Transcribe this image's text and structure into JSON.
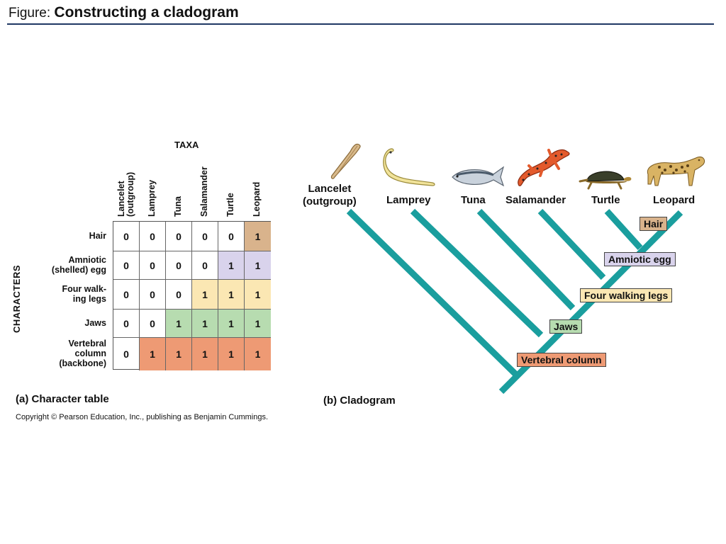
{
  "header": {
    "label": "Figure:",
    "title": "Constructing a cladogram"
  },
  "table": {
    "taxa_heading": "TAXA",
    "characters_heading": "CHARACTERS",
    "taxa": [
      "Lancelet\n(outgroup)",
      "Lamprey",
      "Tuna",
      "Salamander",
      "Turtle",
      "Leopard"
    ],
    "rows": [
      {
        "label": "Hair",
        "values": [
          "0",
          "0",
          "0",
          "0",
          "0",
          "1"
        ]
      },
      {
        "label": "Amniotic\n(shelled) egg",
        "values": [
          "0",
          "0",
          "0",
          "0",
          "1",
          "1"
        ]
      },
      {
        "label": "Four walk-\ning legs",
        "values": [
          "0",
          "0",
          "0",
          "1",
          "1",
          "1"
        ]
      },
      {
        "label": "Jaws",
        "values": [
          "0",
          "0",
          "1",
          "1",
          "1",
          "1"
        ]
      },
      {
        "label": "Vertebral\ncolumn\n(backbone)",
        "values": [
          "0",
          "1",
          "1",
          "1",
          "1",
          "1"
        ]
      }
    ],
    "caption": "(a) Character table"
  },
  "cladogram": {
    "taxa": [
      "Lancelet\n(outgroup)",
      "Lamprey",
      "Tuna",
      "Salamander",
      "Turtle",
      "Leopard"
    ],
    "traits": [
      "Hair",
      "Amniotic egg",
      "Four walking legs",
      "Jaws",
      "Vertebral column"
    ],
    "caption": "(b) Cladogram"
  },
  "colors": {
    "hair": "#d9b38c",
    "amniotic_egg": "#d9d3ec",
    "four_walking_legs": "#fbe7b3",
    "jaws": "#b7dcb0",
    "vertebral_column": "#ee9a74",
    "branch": "#1a9e9e",
    "rule": "#1f3864"
  },
  "copyright": "Copyright © Pearson Education, Inc., publishing as Benjamin Cummings."
}
